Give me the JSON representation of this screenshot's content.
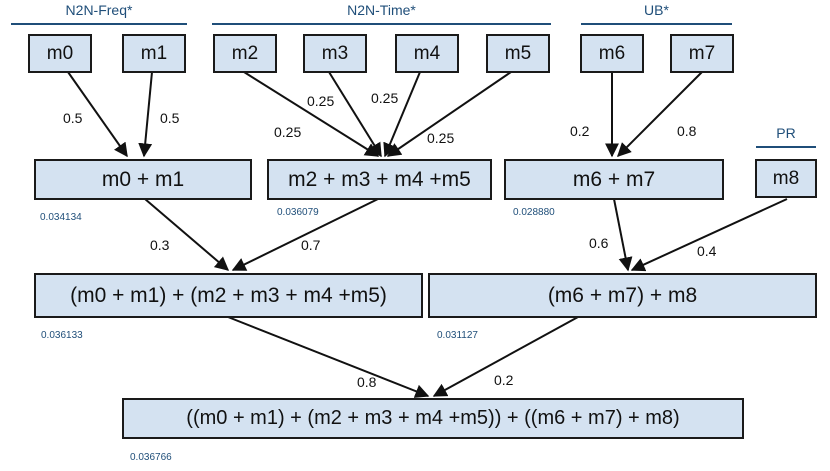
{
  "groups": {
    "n2n_freq": "N2N-Freq*",
    "n2n_time": "N2N-Time*",
    "ub": "UB*",
    "pr": "PR"
  },
  "models": {
    "m0": "m0",
    "m1": "m1",
    "m2": "m2",
    "m3": "m3",
    "m4": "m4",
    "m5": "m5",
    "m6": "m6",
    "m7": "m7",
    "m8": "m8"
  },
  "combos": {
    "freq": "m0 + m1",
    "time": "m2 + m3 + m4 +m5",
    "ub": "m6 + m7",
    "left": "(m0 + m1) + (m2 + m3 + m4 +m5)",
    "right": "(m6 + m7) + m8",
    "final": "((m0 + m1) + (m2 + m3 + m4 +m5)) + ((m6 + m7) + m8)"
  },
  "weights": {
    "m0": "0.5",
    "m1": "0.5",
    "m2": "0.25",
    "m3": "0.25",
    "m4": "0.25",
    "m5": "0.25",
    "m6": "0.2",
    "m7": "0.8",
    "freq": "0.3",
    "time": "0.7",
    "ub": "0.6",
    "m8": "0.4",
    "left": "0.8",
    "right": "0.2"
  },
  "scores": {
    "freq": "0.034134",
    "time": "0.036079",
    "ub": "0.028880",
    "left": "0.036133",
    "right": "0.031127",
    "final": "0.036766"
  },
  "colors": {
    "box_fill": "#d4e2f1",
    "box_border": "#1a1a1a",
    "header_text": "#1f4e79",
    "score_text": "#1f4e79"
  }
}
